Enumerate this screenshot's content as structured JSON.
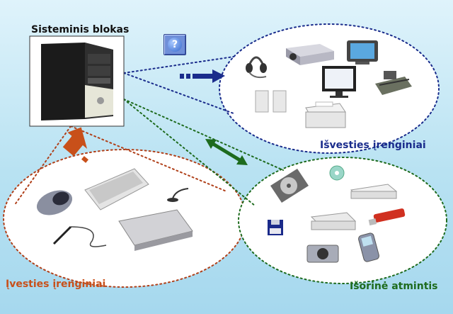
{
  "labels": {
    "system_unit": "Sisteminis blokas",
    "output_devices": "Išvesties įrenginiai",
    "input_devices": "Įvesties įrenginiai",
    "external_memory": "Išorinė atmintis"
  },
  "help_button": {
    "symbol": "?",
    "icon": "question-mark-icon"
  },
  "colors": {
    "output_accent": "#1a2c8c",
    "input_accent": "#c8501a",
    "storage_accent": "#1e6b1e"
  },
  "icons": [
    "pc-tower-icon",
    "headset-icon",
    "projector-icon",
    "tv-icon",
    "monitor-icon",
    "plotter-icon",
    "speakers-icon",
    "printer-icon",
    "mouse-icon",
    "keyboard-icon",
    "microphone-icon",
    "scanner-icon",
    "graphics-tablet-pen-icon",
    "hard-disk-icon",
    "cd-icon",
    "optical-drive-icon",
    "floppy-disk-icon",
    "floppy-drive-icon",
    "usb-flash-icon",
    "camera-icon",
    "phone-icon"
  ]
}
